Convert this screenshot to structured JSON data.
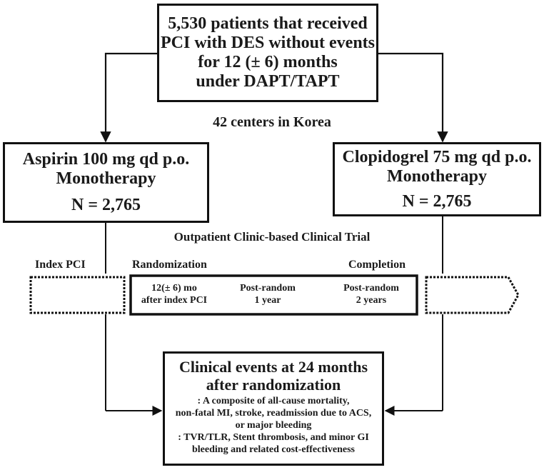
{
  "top_box": {
    "lines": [
      "5,530 patients that received",
      "PCI with DES without events",
      "for 12 (± 6) months",
      "under DAPT/TAPT"
    ]
  },
  "centers_label": "42 centers in Korea",
  "left_box": {
    "lines": [
      "Aspirin 100 mg qd p.o.",
      "Monotherapy"
    ],
    "n": "N = 2,765"
  },
  "right_box": {
    "lines": [
      "Clopidogrel 75 mg qd p.o.",
      "Monotherapy"
    ],
    "n": "N = 2,765"
  },
  "trial_label": "Outpatient Clinic-based Clinical Trial",
  "timeline": {
    "index_pci": "Index PCI",
    "randomization": "Randomization",
    "completion": "Completion",
    "cells": [
      [
        "12(± 6) mo",
        "after index PCI"
      ],
      [
        "Post-random",
        "1 year"
      ],
      [
        "Post-random",
        "2 years"
      ]
    ]
  },
  "bottom_box": {
    "title_lines": [
      "Clinical events at 24 months",
      "after randomization"
    ],
    "detail_lines": [
      ":  A composite of all-cause mortality,",
      "non-fatal MI, stroke, readmission due to ACS,",
      "or major bleeding",
      ": TVR/TLR, Stent thrombosis, and minor GI",
      "bleeding and related cost-effectiveness"
    ]
  }
}
